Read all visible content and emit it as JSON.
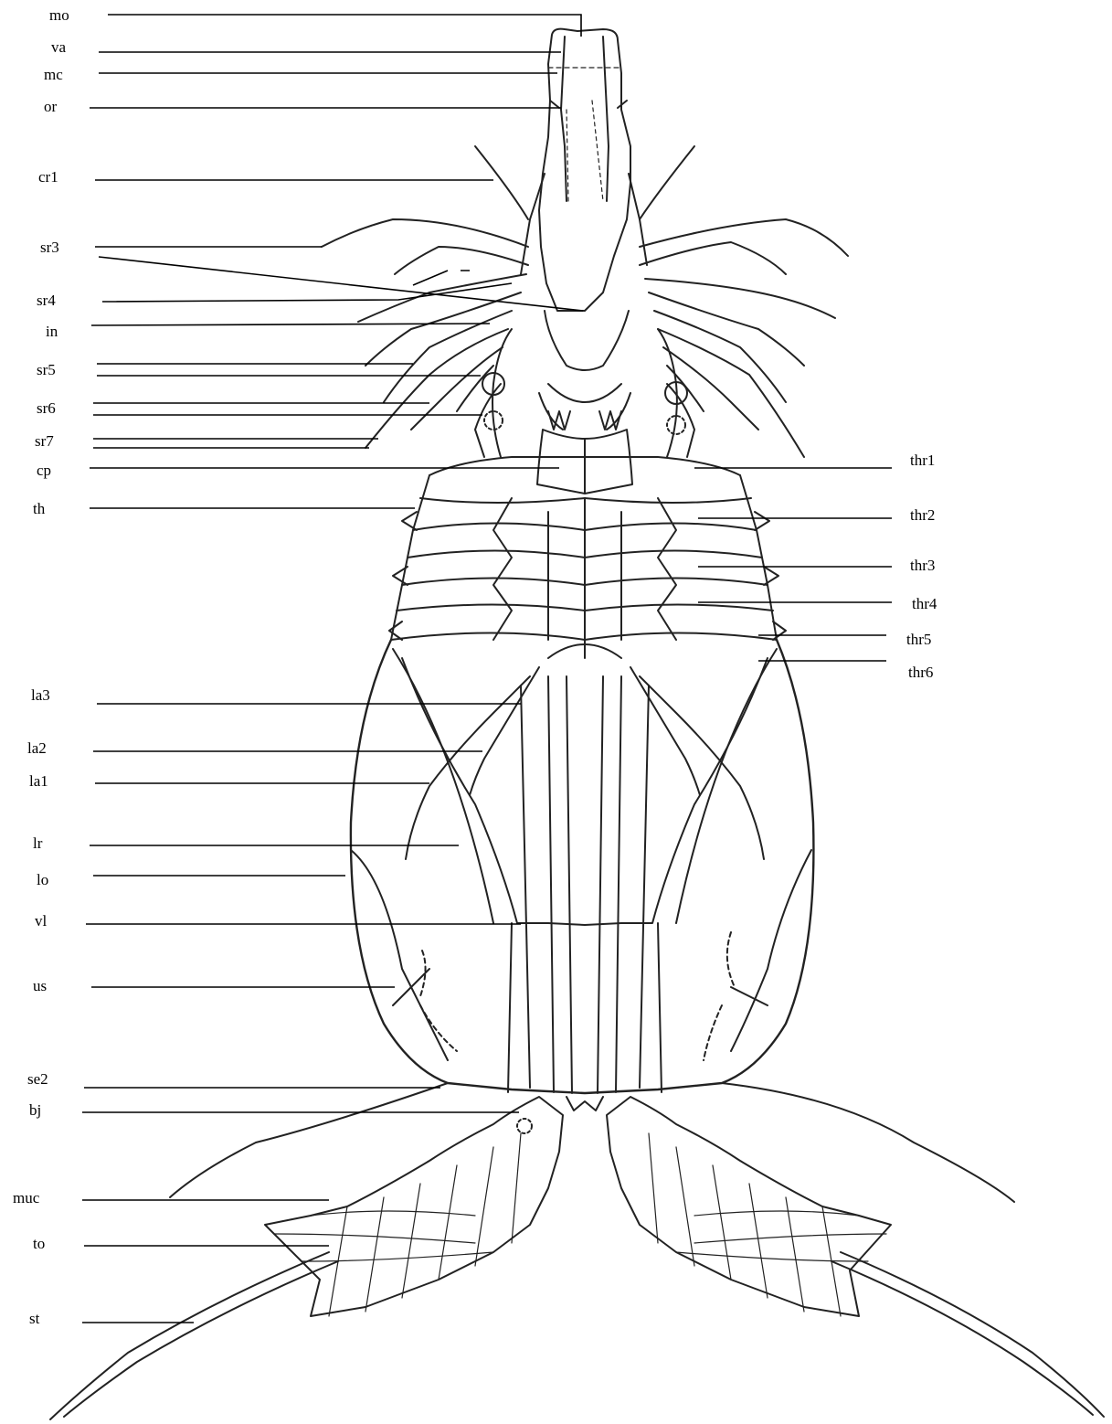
{
  "labels_left": [
    {
      "id": "mo",
      "text": "mo"
    },
    {
      "id": "va",
      "text": "va"
    },
    {
      "id": "mc",
      "text": "mc"
    },
    {
      "id": "or",
      "text": "or"
    },
    {
      "id": "cr1",
      "text": "cr1"
    },
    {
      "id": "sr3",
      "text": "sr3"
    },
    {
      "id": "sr4",
      "text": "sr4"
    },
    {
      "id": "in",
      "text": "in"
    },
    {
      "id": "sr5",
      "text": "sr5"
    },
    {
      "id": "sr6",
      "text": "sr6"
    },
    {
      "id": "sr7",
      "text": "sr7"
    },
    {
      "id": "cp",
      "text": "cp"
    },
    {
      "id": "th",
      "text": "th"
    },
    {
      "id": "la3",
      "text": "la3"
    },
    {
      "id": "la2",
      "text": "la2"
    },
    {
      "id": "la1",
      "text": "la1"
    },
    {
      "id": "lr",
      "text": "lr"
    },
    {
      "id": "lo",
      "text": "lo"
    },
    {
      "id": "vl",
      "text": "vl"
    },
    {
      "id": "us",
      "text": "us"
    },
    {
      "id": "se2",
      "text": "se2"
    },
    {
      "id": "bj",
      "text": "bj"
    },
    {
      "id": "muc",
      "text": "muc"
    },
    {
      "id": "to",
      "text": "to"
    },
    {
      "id": "st",
      "text": "st"
    }
  ],
  "labels_right": [
    {
      "id": "thr1",
      "text": "thr1"
    },
    {
      "id": "thr2",
      "text": "thr2"
    },
    {
      "id": "thr3",
      "text": "thr3"
    },
    {
      "id": "thr4",
      "text": "thr4"
    },
    {
      "id": "thr5",
      "text": "thr5"
    },
    {
      "id": "thr6",
      "text": "thr6"
    }
  ],
  "colors": {
    "ink": "#000000",
    "drawing": "#222222",
    "background": "#ffffff"
  }
}
